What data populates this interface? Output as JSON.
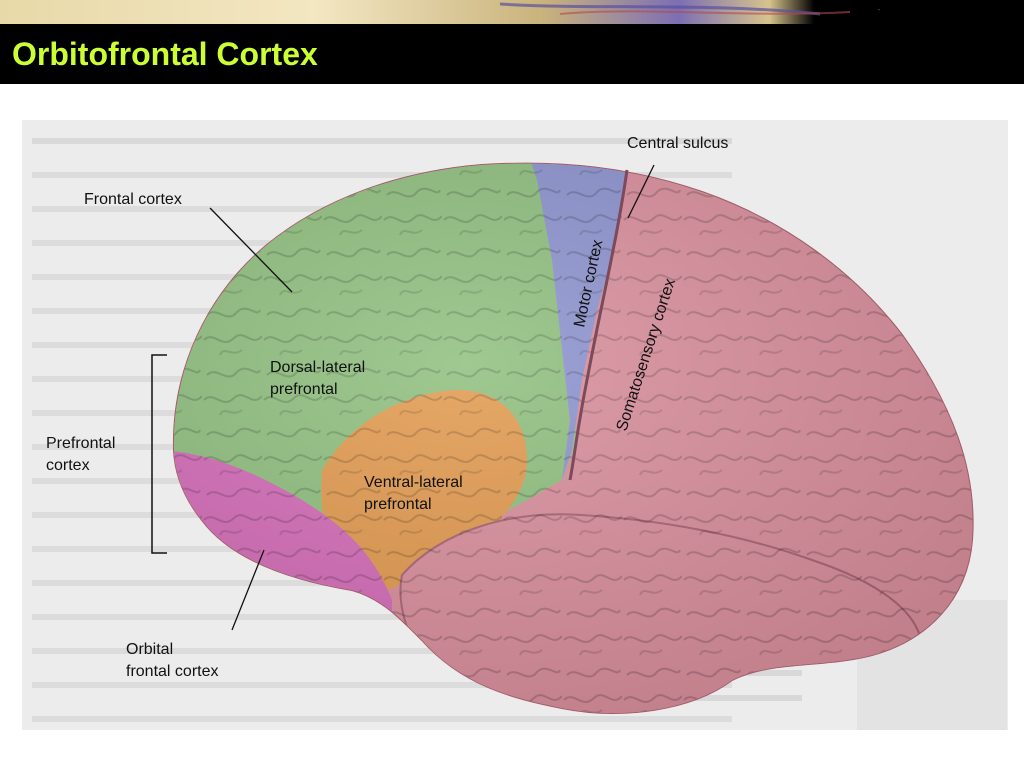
{
  "slide": {
    "title": "Orbitofrontal Cortex",
    "title_color": "#ccff33",
    "title_bar_color": "#000000"
  },
  "figure": {
    "labels": {
      "central_sulcus": "Central sulcus",
      "frontal_cortex": "Frontal cortex",
      "motor_cortex": "Motor cortex",
      "somatosensory_cortex": "Somatosensory cortex",
      "dorsal_lateral_line1": "Dorsal-lateral",
      "dorsal_lateral_line2": "prefrontal",
      "ventral_lateral_line1": "Ventral-lateral",
      "ventral_lateral_line2": "prefrontal",
      "prefrontal_line1": "Prefrontal",
      "prefrontal_line2": "cortex",
      "orbital_line1": "Orbital",
      "orbital_line2": "frontal cortex"
    },
    "region_colors": {
      "frontal": "#8fbf7e",
      "motor": "#8c93cf",
      "ventral_lateral": "#e39a4e",
      "orbital": "#d46bb8",
      "parietal_temporal": "#d98e9b"
    }
  }
}
